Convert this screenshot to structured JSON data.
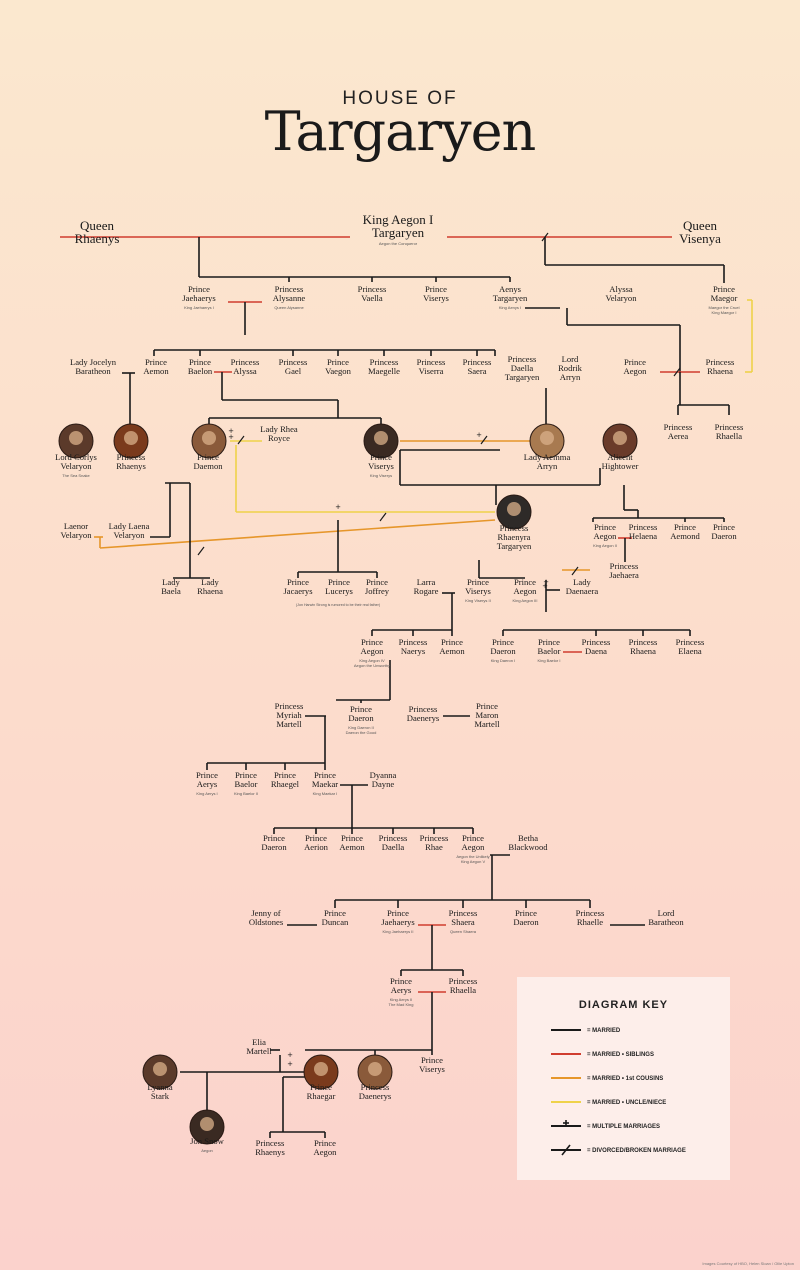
{
  "header": {
    "small": "HOUSE OF",
    "big": "Targaryen"
  },
  "colors": {
    "married": "#1a1a1a",
    "siblings": "#d03d2f",
    "cousins": "#e6962a",
    "uncle_niece": "#efd24a"
  },
  "key": {
    "title": "DIAGRAM KEY",
    "items": [
      {
        "label": "= MARRIED",
        "type": "married"
      },
      {
        "label": "= MARRIED • SIBLINGS",
        "type": "siblings"
      },
      {
        "label": "= MARRIED • 1st COUSINS",
        "type": "cousins"
      },
      {
        "label": "= MARRIED • UNCLE/NIECE",
        "type": "uncle_niece"
      },
      {
        "label": "= MULTIPLE MARRIAGES",
        "type": "multiple"
      },
      {
        "label": "= DIVORCED/BROKEN MARRIAGE",
        "type": "divorced"
      }
    ]
  },
  "people": [
    {
      "id": "rhaenys",
      "lines": [
        "Queen",
        "Rhaenys"
      ],
      "big": true
    },
    {
      "id": "aegon1",
      "lines": [
        "King Aegon I",
        "Targaryen"
      ],
      "sub": [
        "Aegon the Conqueror"
      ],
      "big": true
    },
    {
      "id": "visenya",
      "lines": [
        "Queen",
        "Visenya"
      ],
      "big": true
    },
    {
      "id": "jaehaerys1",
      "lines": [
        "Prince",
        "Jaehaerys"
      ],
      "sub": [
        "King Jaehaerys I"
      ]
    },
    {
      "id": "alysanne",
      "lines": [
        "Princess",
        "Alysanne"
      ],
      "sub": [
        "Queen Alysanne"
      ]
    },
    {
      "id": "vaella",
      "lines": [
        "Princess",
        "Vaella"
      ]
    },
    {
      "id": "viserys_a",
      "lines": [
        "Prince",
        "Viserys"
      ]
    },
    {
      "id": "aenys",
      "lines": [
        "Aenys",
        "Targaryen"
      ],
      "sub": [
        "King Aenys I"
      ]
    },
    {
      "id": "alyssa_v",
      "lines": [
        "Alyssa",
        "Velaryon"
      ]
    },
    {
      "id": "maegor",
      "lines": [
        "Prince",
        "Maegor"
      ],
      "sub": [
        "Maegor the Cruel",
        "King Maegor I"
      ]
    },
    {
      "id": "jocelyn",
      "lines": [
        "Lady Jocelyn",
        "Baratheon"
      ]
    },
    {
      "id": "aemon_a",
      "lines": [
        "Prince",
        "Aemon"
      ]
    },
    {
      "id": "baelon",
      "lines": [
        "Prince",
        "Baelon"
      ]
    },
    {
      "id": "alyssa",
      "lines": [
        "Princess",
        "Alyssa"
      ]
    },
    {
      "id": "gael",
      "lines": [
        "Princess",
        "Gael"
      ]
    },
    {
      "id": "vaegon",
      "lines": [
        "Prince",
        "Vaegon"
      ]
    },
    {
      "id": "maegelle",
      "lines": [
        "Princess",
        "Maegelle"
      ]
    },
    {
      "id": "viserra",
      "lines": [
        "Princess",
        "Viserra"
      ]
    },
    {
      "id": "saera",
      "lines": [
        "Princess",
        "Saera"
      ]
    },
    {
      "id": "daella",
      "lines": [
        "Princess",
        "Daella",
        "Targaryen"
      ]
    },
    {
      "id": "rodrik",
      "lines": [
        "Lord",
        "Rodrik",
        "Arryn"
      ]
    },
    {
      "id": "aegon_p",
      "lines": [
        "Prince",
        "Aegon"
      ]
    },
    {
      "id": "rhaena_p",
      "lines": [
        "Princess",
        "Rhaena"
      ]
    },
    {
      "id": "corlys",
      "lines": [
        "Lord Corlys",
        "Velaryon"
      ],
      "sub": [
        "The Sea Snake"
      ]
    },
    {
      "id": "rhaenys_p",
      "lines": [
        "Princess",
        "Rhaenys"
      ]
    },
    {
      "id": "daemon",
      "lines": [
        "Prince",
        "Daemon"
      ]
    },
    {
      "id": "rhea",
      "lines": [
        "Lady Rhea",
        "Royce"
      ]
    },
    {
      "id": "viserys1",
      "lines": [
        "Prince",
        "Viserys"
      ],
      "sub": [
        "King Viserys"
      ]
    },
    {
      "id": "aemma",
      "lines": [
        "Lady Aemma",
        "Arryn"
      ]
    },
    {
      "id": "alicent",
      "lines": [
        "Alicent",
        "Hightower"
      ]
    },
    {
      "id": "aerea",
      "lines": [
        "Princess",
        "Aerea"
      ]
    },
    {
      "id": "rhaella_a",
      "lines": [
        "Princess",
        "Rhaella"
      ]
    },
    {
      "id": "laenor",
      "lines": [
        "Laenor",
        "Velaryon"
      ]
    },
    {
      "id": "laena",
      "lines": [
        "Lady Laena",
        "Velaryon"
      ]
    },
    {
      "id": "rhaenyra",
      "lines": [
        "Princess",
        "Rhaenyra",
        "Targaryen"
      ]
    },
    {
      "id": "aegon2",
      "lines": [
        "Prince",
        "Aegon"
      ],
      "sub": [
        "King Aegon II"
      ]
    },
    {
      "id": "helaena",
      "lines": [
        "Princess",
        "Helaena"
      ]
    },
    {
      "id": "aemond",
      "lines": [
        "Prince",
        "Aemond"
      ]
    },
    {
      "id": "daeron_h",
      "lines": [
        "Prince",
        "Daeron"
      ]
    },
    {
      "id": "jaehaera",
      "lines": [
        "Princess",
        "Jaehaera"
      ]
    },
    {
      "id": "baela",
      "lines": [
        "Lady",
        "Baela"
      ]
    },
    {
      "id": "rhaena_l",
      "lines": [
        "Lady",
        "Rhaena"
      ]
    },
    {
      "id": "jacaerys",
      "lines": [
        "Prince",
        "Jacaerys"
      ]
    },
    {
      "id": "lucerys",
      "lines": [
        "Prince",
        "Lucerys"
      ]
    },
    {
      "id": "joffrey",
      "lines": [
        "Prince",
        "Joffrey"
      ]
    },
    {
      "id": "larra",
      "lines": [
        "Larra",
        "Rogare"
      ]
    },
    {
      "id": "viserys2",
      "lines": [
        "Prince",
        "Viserys"
      ],
      "sub": [
        "King Viserys II"
      ]
    },
    {
      "id": "aegon3",
      "lines": [
        "Prince",
        "Aegon"
      ],
      "sub": [
        "King Aegon III"
      ]
    },
    {
      "id": "daenaera",
      "lines": [
        "Lady",
        "Daenaera"
      ]
    },
    {
      "id": "aegon4",
      "lines": [
        "Prince",
        "Aegon"
      ],
      "sub": [
        "King Aegon IV",
        "Aegon the Unworthy"
      ]
    },
    {
      "id": "naerys",
      "lines": [
        "Princess",
        "Naerys"
      ]
    },
    {
      "id": "aemon_k",
      "lines": [
        "Prince",
        "Aemon"
      ]
    },
    {
      "id": "daeron1",
      "lines": [
        "Prince",
        "Daeron"
      ],
      "sub": [
        "King Daeron I"
      ]
    },
    {
      "id": "baelor1",
      "lines": [
        "Prince",
        "Baelor"
      ],
      "sub": [
        "King Baelor I"
      ]
    },
    {
      "id": "daena",
      "lines": [
        "Princess",
        "Daena"
      ]
    },
    {
      "id": "rhaena_b",
      "lines": [
        "Princess",
        "Rhaena"
      ]
    },
    {
      "id": "elaena",
      "lines": [
        "Princess",
        "Elaena"
      ]
    },
    {
      "id": "myriah",
      "lines": [
        "Princess",
        "Myriah",
        "Martell"
      ]
    },
    {
      "id": "daeron2",
      "lines": [
        "Prince",
        "Daeron"
      ],
      "sub": [
        "King Daeron II",
        "Daeron the Good"
      ]
    },
    {
      "id": "daenerys_m",
      "lines": [
        "Princess",
        "Daenerys"
      ]
    },
    {
      "id": "maron",
      "lines": [
        "Prince",
        "Maron",
        "Martell"
      ]
    },
    {
      "id": "aerys1",
      "lines": [
        "Prince",
        "Aerys"
      ],
      "sub": [
        "King Aerys I"
      ]
    },
    {
      "id": "baelor_b",
      "lines": [
        "Prince",
        "Baelor"
      ],
      "sub": [
        "King Baelor II"
      ]
    },
    {
      "id": "rhaegel",
      "lines": [
        "Prince",
        "Rhaegel"
      ]
    },
    {
      "id": "maekar",
      "lines": [
        "Prince",
        "Maekar"
      ],
      "sub": [
        "King Maekar I"
      ]
    },
    {
      "id": "dyanna",
      "lines": [
        "Dyanna",
        "Dayne"
      ]
    },
    {
      "id": "daeron_m",
      "lines": [
        "Prince",
        "Daeron"
      ]
    },
    {
      "id": "aerion",
      "lines": [
        "Prince",
        "Aerion"
      ]
    },
    {
      "id": "aemon_m",
      "lines": [
        "Prince",
        "Aemon"
      ]
    },
    {
      "id": "daella_m",
      "lines": [
        "Princess",
        "Daella"
      ]
    },
    {
      "id": "rhae",
      "lines": [
        "Princess",
        "Rhae"
      ]
    },
    {
      "id": "aegon5",
      "lines": [
        "Prince",
        "Aegon"
      ],
      "sub": [
        "Aegon the Unlikely",
        "King Aegon V"
      ]
    },
    {
      "id": "betha",
      "lines": [
        "Betha",
        "Blackwood"
      ]
    },
    {
      "id": "jenny",
      "lines": [
        "Jenny of",
        "Oldstones"
      ]
    },
    {
      "id": "duncan",
      "lines": [
        "Prince",
        "Duncan"
      ]
    },
    {
      "id": "jaehaerys2",
      "lines": [
        "Prince",
        "Jaehaerys"
      ],
      "sub": [
        "King Jaehaerys II"
      ]
    },
    {
      "id": "shaera",
      "lines": [
        "Princess",
        "Shaera"
      ],
      "sub": [
        "Queen Shaera"
      ]
    },
    {
      "id": "daeron_j",
      "lines": [
        "Prince",
        "Daeron"
      ]
    },
    {
      "id": "rhaelle",
      "lines": [
        "Princess",
        "Rhaelle"
      ]
    },
    {
      "id": "lord_bar",
      "lines": [
        "Lord",
        "Baratheon"
      ]
    },
    {
      "id": "aerys2",
      "lines": [
        "Prince",
        "Aerys"
      ],
      "sub": [
        "King Aerys II",
        "The Mad King"
      ]
    },
    {
      "id": "rhaella",
      "lines": [
        "Princess",
        "Rhaella"
      ]
    },
    {
      "id": "elia",
      "lines": [
        "Elia",
        "Martell"
      ]
    },
    {
      "id": "lyanna",
      "lines": [
        "Lyanna",
        "Stark"
      ]
    },
    {
      "id": "rhaegar",
      "lines": [
        "Prince",
        "Rhaegar"
      ]
    },
    {
      "id": "daenerys",
      "lines": [
        "Princess",
        "Daenerys"
      ]
    },
    {
      "id": "viserys3",
      "lines": [
        "Prince",
        "Viserys"
      ]
    },
    {
      "id": "jon",
      "lines": [
        "Jon Snow"
      ],
      "sub": [
        "Aegon"
      ]
    },
    {
      "id": "rhaenys_r",
      "lines": [
        "Princess",
        "Rhaenys"
      ]
    },
    {
      "id": "aegon_r",
      "lines": [
        "Prince",
        "Aegon"
      ]
    }
  ],
  "notes": {
    "jace": "(Jon Harwin Strong is rumored to be their real father)"
  },
  "credit": "Images Courtesy of HBO, Helen Sloan / Ollie Upton"
}
